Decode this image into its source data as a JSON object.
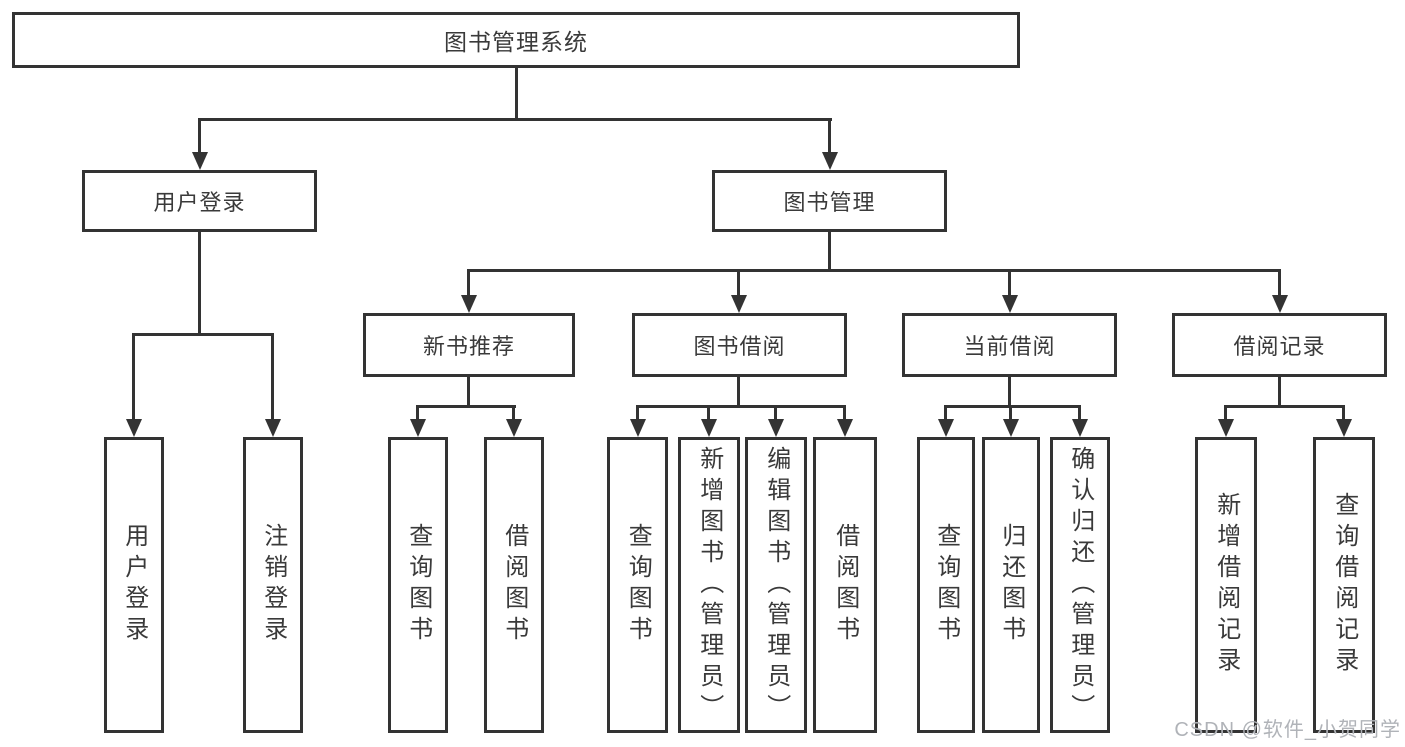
{
  "colors": {
    "line_color": "#333333",
    "text_color": "#3a3a3a",
    "box_fill": "#ffffff",
    "watermark_color": "#b0b3b8",
    "bg": "#ffffff"
  },
  "tree": {
    "label": "图书管理系统",
    "children": [
      {
        "label": "用户登录",
        "children": [
          {
            "label": "用户登录"
          },
          {
            "label": "注销登录"
          }
        ]
      },
      {
        "label": "图书管理",
        "children": [
          {
            "label": "新书推荐",
            "children": [
              {
                "label": "查询图书"
              },
              {
                "label": "借阅图书"
              }
            ]
          },
          {
            "label": "图书借阅",
            "children": [
              {
                "label": "查询图书"
              },
              {
                "label": "新增图书（管理员）"
              },
              {
                "label": "编辑图书（管理员）"
              },
              {
                "label": "借阅图书"
              }
            ]
          },
          {
            "label": "当前借阅",
            "children": [
              {
                "label": "查询图书"
              },
              {
                "label": "归还图书"
              },
              {
                "label": "确认归还（管理员）"
              }
            ]
          },
          {
            "label": "借阅记录",
            "children": [
              {
                "label": "新增借阅记录"
              },
              {
                "label": "查询借阅记录"
              }
            ]
          }
        ]
      }
    ]
  },
  "watermark": {
    "text": "CSDN @软件_小贺同学"
  }
}
